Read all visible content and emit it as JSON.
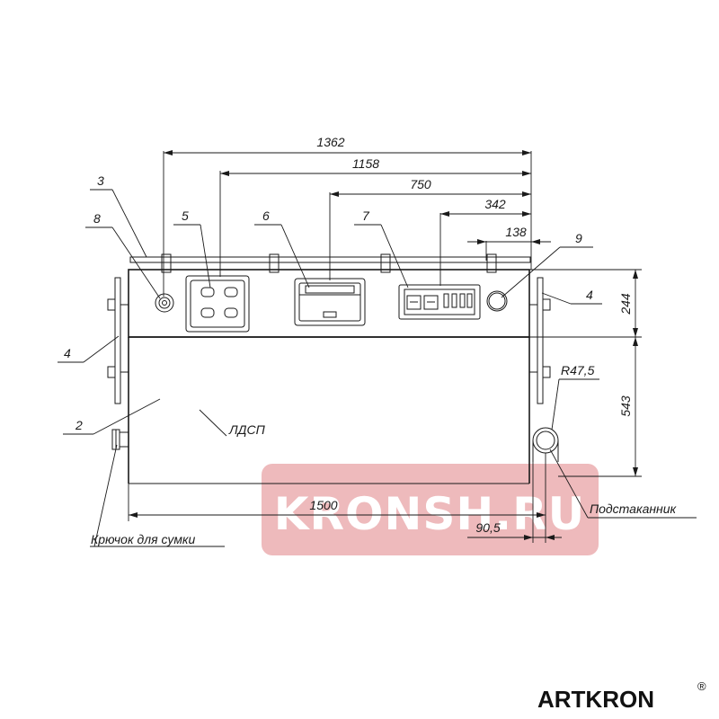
{
  "dimensions": {
    "overall_width": "1362",
    "width_1158": "1158",
    "width_750": "750",
    "width_342": "342",
    "width_138": "138",
    "height_top": "244",
    "height_lower": "543",
    "cupholder_radius": "R47,5",
    "bottom_width": "1500",
    "cupholder_offset": "90,5"
  },
  "callouts": {
    "n2": "2",
    "n3": "3",
    "n4_left": "4",
    "n4_right": "4",
    "n5": "5",
    "n6": "6",
    "n7": "7",
    "n8": "8",
    "n9": "9",
    "material": "ЛДСП",
    "cup_holder": "Подстаканник",
    "bag_hook": "Крючок для сумки"
  },
  "watermark": {
    "text": "KRONSH.RU",
    "color": "#e8a3a6"
  },
  "brand": {
    "name": "ARTKRON",
    "registered_mark": "®"
  }
}
